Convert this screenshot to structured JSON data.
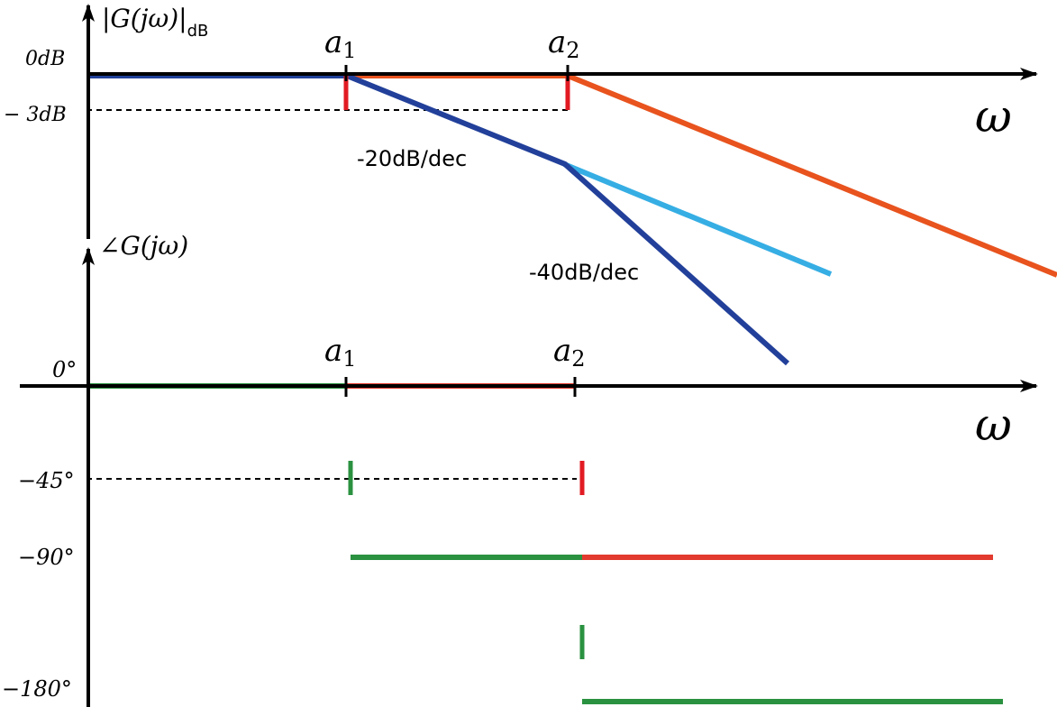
{
  "magnitude_plot": {
    "y_axis_label": "|G(jω)|",
    "y_axis_label_sub": "dB",
    "x_axis_label": "ω",
    "tick_0db": "0dB",
    "tick_minus3db": "− 3dB",
    "break_1": {
      "base": "a",
      "sub": "1"
    },
    "break_2": {
      "base": "a",
      "sub": "2"
    },
    "slope_1_label": "-20dB/dec",
    "slope_2_label": "-40dB/dec"
  },
  "phase_plot": {
    "y_axis_label": "∠G(jω)",
    "x_axis_label": "ω",
    "tick_0": "0°",
    "tick_45": "−45°",
    "tick_90": "−90°",
    "tick_180": "−180°",
    "break_1": {
      "base": "a",
      "sub": "1"
    },
    "break_2": {
      "base": "a",
      "sub": "2"
    }
  },
  "colors": {
    "axis": "#000000",
    "combined_magnitude": "#22409a",
    "second_pole_magnitude": "#e8531e",
    "first_pole_extension": "#36aee4",
    "first_pole_phase": "#2a9140",
    "second_pole_phase": "#e23a2e",
    "break_marker": "#e21b23"
  }
}
